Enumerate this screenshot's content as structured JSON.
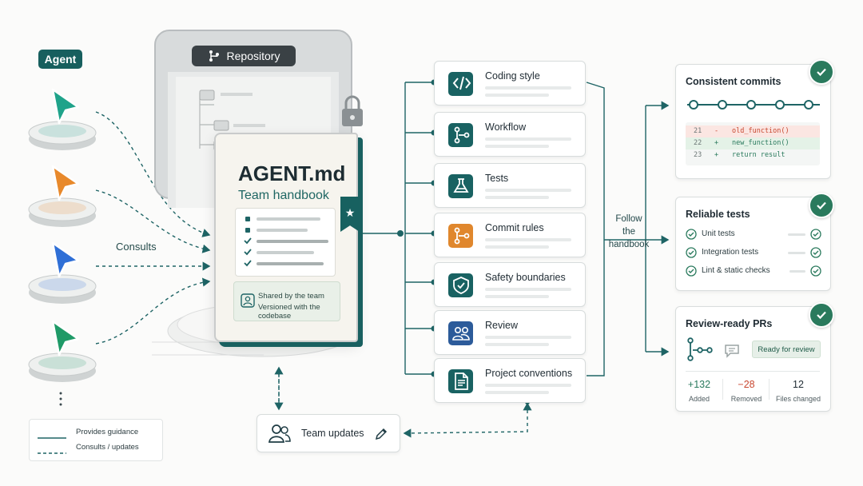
{
  "agents": {
    "tag": "Agent",
    "consults_label": "Consults",
    "colors": [
      "#1fa38a",
      "#e8892b",
      "#2f6fd6",
      "#1f9a67"
    ]
  },
  "repository": {
    "label": "Repository"
  },
  "handbook": {
    "title": "AGENT.md",
    "subtitle": "Team handbook",
    "note_line1": "Shared by the team",
    "note_line2": "Versioned with the codebase"
  },
  "topics": [
    {
      "label": "Coding style",
      "icon": "code-icon",
      "color": "#196262"
    },
    {
      "label": "Workflow",
      "icon": "workflow-icon",
      "color": "#196262"
    },
    {
      "label": "Tests",
      "icon": "flask-icon",
      "color": "#196262"
    },
    {
      "label": "Commit rules",
      "icon": "commit-branch-icon",
      "color": "#e0872d"
    },
    {
      "label": "Safety boundaries",
      "icon": "shield-icon",
      "color": "#196262"
    },
    {
      "label": "Review",
      "icon": "people-icon",
      "color": "#2c5b9a"
    },
    {
      "label": "Project conventions",
      "icon": "document-icon",
      "color": "#196262"
    }
  ],
  "follow_label": {
    "line1": "Follow",
    "line2": "the handbook"
  },
  "results": {
    "commits": {
      "title": "Consistent commits",
      "code": [
        {
          "num": "21",
          "sign": "-",
          "text": "old_function()",
          "type": "removed"
        },
        {
          "num": "22",
          "sign": "+",
          "text": "new_function()",
          "type": "added"
        },
        {
          "num": "23",
          "sign": "+",
          "text": "return result",
          "type": "added"
        }
      ]
    },
    "tests": {
      "title": "Reliable tests",
      "items": [
        "Unit tests",
        "Integration tests",
        "Lint & static checks"
      ]
    },
    "prs": {
      "title": "Review-ready PRs",
      "status": "Ready for review",
      "stats": [
        {
          "value": "+132",
          "label": "Added",
          "color": "#2a7a5d"
        },
        {
          "value": "−28",
          "label": "Removed",
          "color": "#c8472f"
        },
        {
          "value": "12",
          "label": "Files changed",
          "color": "#1f2b33"
        }
      ]
    }
  },
  "team_updates": {
    "label": "Team updates"
  },
  "legend": {
    "solid": "Provides guidance",
    "dashed": "Consults / updates"
  },
  "colors": {
    "accent": "#196262",
    "success": "#2a7a5d",
    "danger": "#c8472f"
  }
}
